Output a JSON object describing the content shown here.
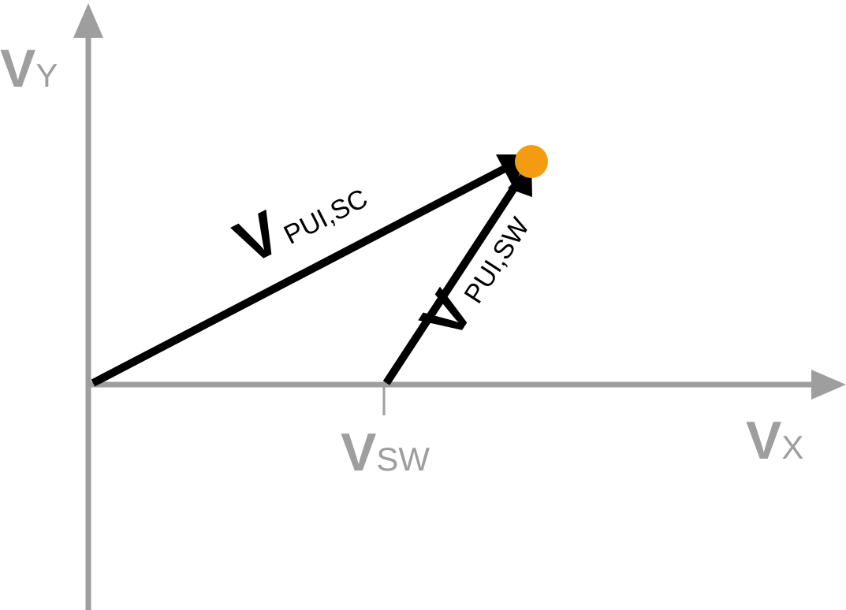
{
  "colors": {
    "axis": "#9e9e9e",
    "vector": "#000000",
    "point": "#f39c12",
    "background": "#ffffff"
  },
  "axes": {
    "y_label": {
      "main": "V",
      "sub": "Y"
    },
    "x_label": {
      "main": "V",
      "sub": "X"
    },
    "tick_label": {
      "main": "V",
      "sub": "SW"
    }
  },
  "vectors": [
    {
      "id": "pui-sc",
      "label_main": "V",
      "label_sub": "PUI,SC"
    },
    {
      "id": "pui-sw",
      "label_main": "V",
      "label_sub": "PUI,SW"
    }
  ]
}
